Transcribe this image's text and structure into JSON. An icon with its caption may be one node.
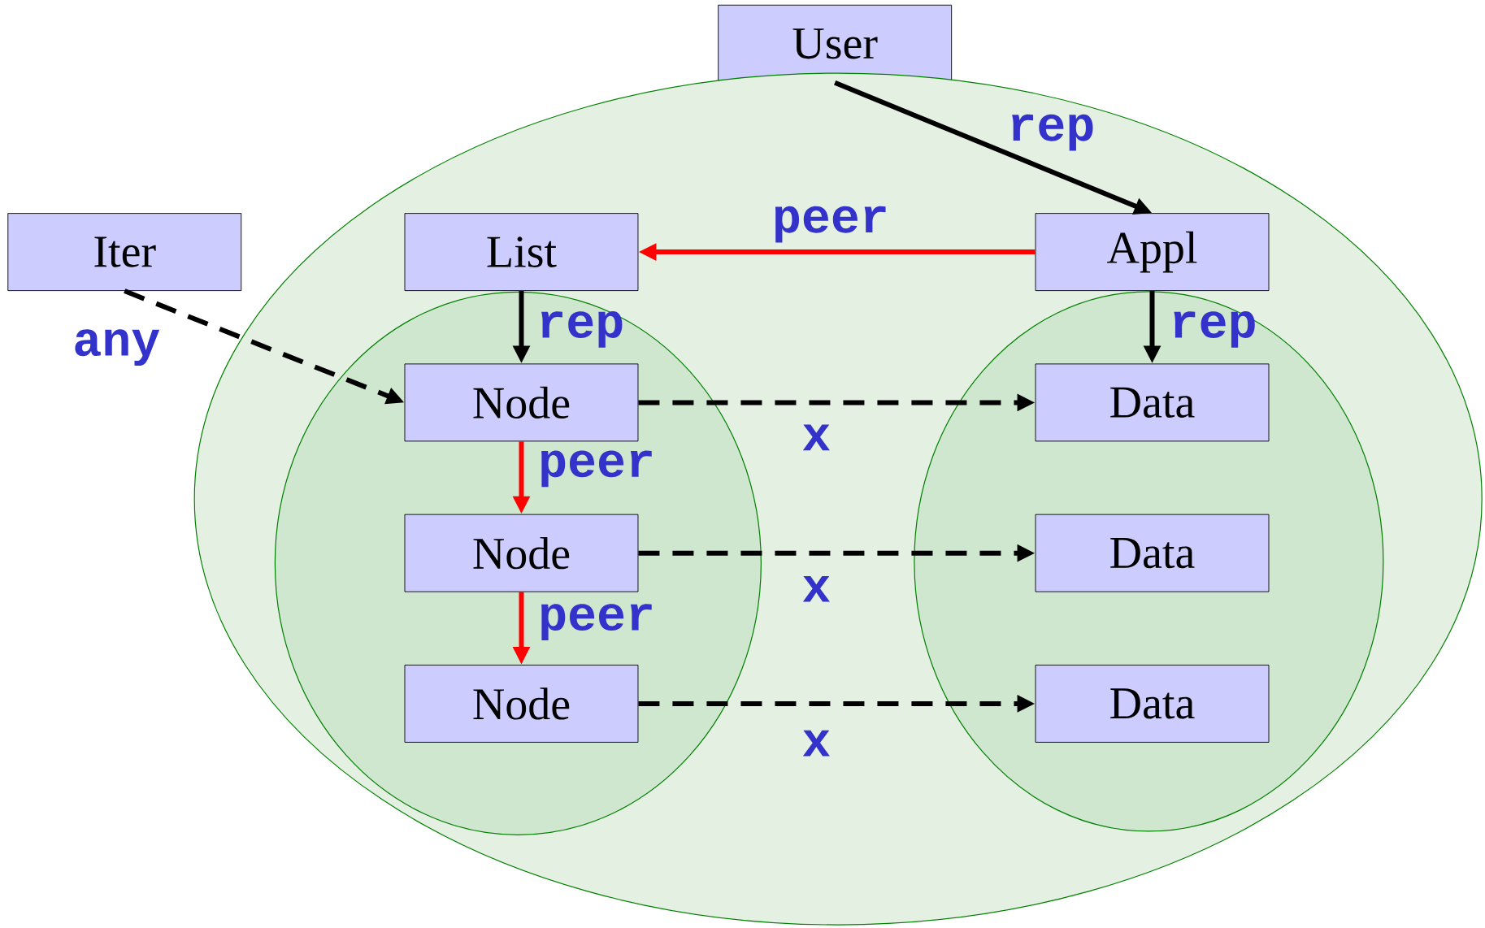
{
  "diagram": {
    "nodes": [
      {
        "text": [
          "User"
        ]
      },
      {
        "text": [],
        "shape": "ellipse"
      },
      {
        "text": [
          "Iter"
        ]
      },
      {
        "text": [
          "List"
        ],
        "in": 1
      },
      {
        "text": [
          "Appl"
        ],
        "in": 1
      },
      {
        "text": [],
        "shape": "ellipse",
        "in": 1
      },
      {
        "text": [],
        "shape": "ellipse",
        "in": 1
      },
      {
        "text": [
          "Node"
        ],
        "in": 5
      },
      {
        "text": [
          "Data"
        ],
        "in": 6
      },
      {
        "text": [
          "Node"
        ],
        "in": 5
      },
      {
        "text": [
          "Data"
        ],
        "in": 6
      },
      {
        "text": [
          "Node"
        ],
        "in": 5
      },
      {
        "text": [
          "Data"
        ],
        "in": 6
      }
    ],
    "edges": [
      {
        "from": 0,
        "to": 4,
        "arrow": "to",
        "label": "rep"
      },
      {
        "from": 4,
        "to": 3,
        "arrow": "to",
        "label": "peer",
        "color": "#ff0000"
      },
      {
        "from": 2,
        "to": 7,
        "arrow": "to",
        "label": "any",
        "style": "dashed"
      },
      {
        "from": 3,
        "to": 7,
        "arrow": "to",
        "label": "rep"
      },
      {
        "from": 4,
        "to": 8,
        "arrow": "to",
        "label": "rep"
      },
      {
        "from": 7,
        "to": 8,
        "arrow": "to",
        "label": "x",
        "style": "dashed"
      },
      {
        "from": 7,
        "to": 9,
        "arrow": "to",
        "label": "peer",
        "color": "#ff0000"
      },
      {
        "from": 9,
        "to": 10,
        "arrow": "to",
        "label": "x",
        "style": "dashed"
      },
      {
        "from": 9,
        "to": 11,
        "arrow": "to",
        "label": "peer",
        "color": "#ff0000"
      },
      {
        "from": 11,
        "to": 12,
        "arrow": "to",
        "label": "x",
        "style": "dashed"
      }
    ]
  }
}
